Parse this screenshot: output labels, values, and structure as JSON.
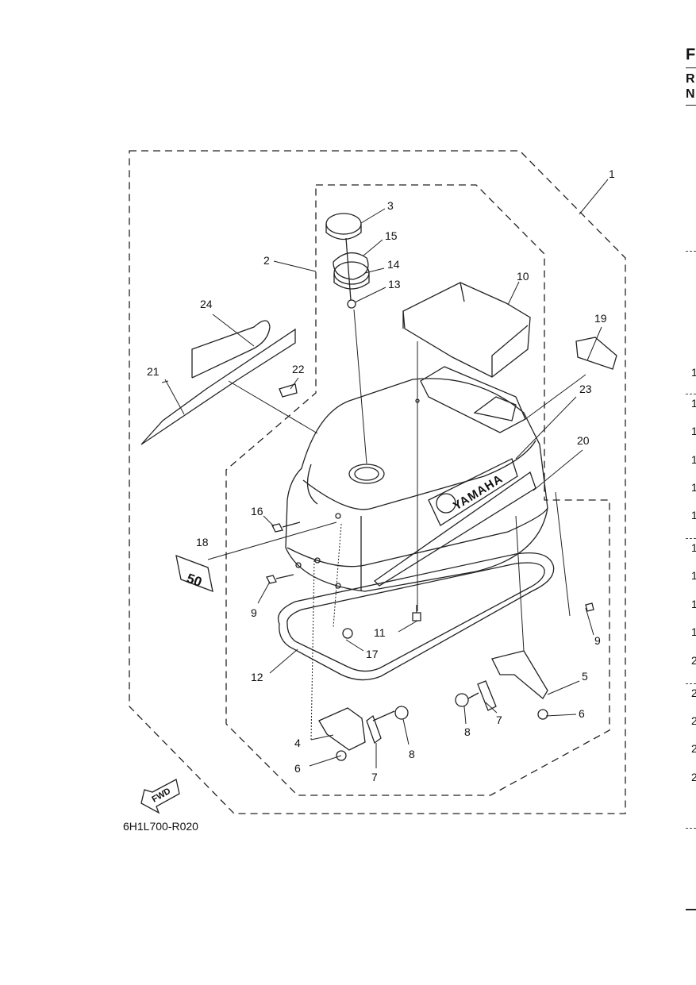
{
  "diagram_code": "6H1L700-R020",
  "brand_text": "YAMAHA",
  "fwd_label": "FWD",
  "badge_text": "50",
  "callouts": [
    "1",
    "2",
    "3",
    "4",
    "5",
    "6",
    "6",
    "7",
    "7",
    "8",
    "8",
    "9",
    "9",
    "10",
    "11",
    "12",
    "13",
    "14",
    "15",
    "16",
    "17",
    "18",
    "19",
    "20",
    "21",
    "22",
    "23",
    "24"
  ],
  "right_edge": {
    "letters": [
      "F",
      "R",
      "N"
    ],
    "numbers": [
      "1",
      "1",
      "1",
      "1",
      "1",
      "1",
      "1",
      "1",
      "1",
      "1",
      "2",
      "2",
      "2",
      "2",
      "2"
    ]
  }
}
